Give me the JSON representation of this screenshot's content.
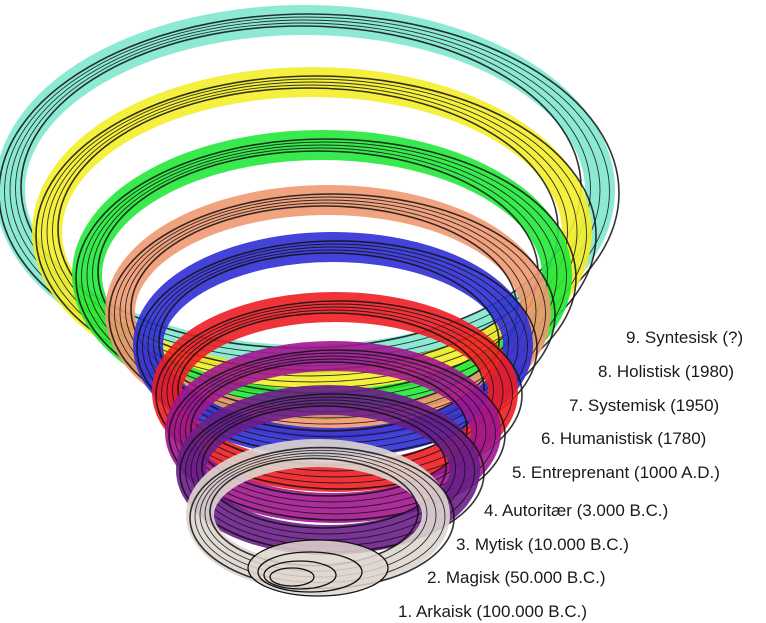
{
  "diagram": {
    "type": "spiral-levels",
    "levels": [
      {
        "number": "1.",
        "name": "Arkaisk",
        "date": "(100.000 B.C.)",
        "label": "1. Arkaisk (100.000 B.C.)",
        "color": "#ded6cf"
      },
      {
        "number": "2.",
        "name": "Magisk",
        "date": "(50.000 B.C.)",
        "label": "2. Magisk (50.000 B.C.)",
        "color": "#6a1e8a"
      },
      {
        "number": "3.",
        "name": "Mytisk",
        "date": "(10.000 B.C.)",
        "label": "3. Mytisk (10.000 B.C.)",
        "color": "#a1168f"
      },
      {
        "number": "4.",
        "name": "Autoritær",
        "date": "(3.000 B.C.)",
        "label": "4. Autoritær (3.000 B.C.)",
        "color": "#ee1d23"
      },
      {
        "number": "5.",
        "name": "Entreprenant",
        "date": "(1000 A.D.)",
        "label": "5. Entreprenant (1000 A.D.)",
        "color": "#2f2fd6"
      },
      {
        "number": "6.",
        "name": "Humanistisk",
        "date": "(1780)",
        "label": "6. Humanistisk (1780)",
        "color": "#f09870"
      },
      {
        "number": "7.",
        "name": "Systemisk",
        "date": "(1950)",
        "label": "7. Systemisk (1950)",
        "color": "#22e83a"
      },
      {
        "number": "8.",
        "name": "Holistisk",
        "date": "(1980)",
        "label": "8. Holistisk (1980)",
        "color": "#f4ee2a"
      },
      {
        "number": "9.",
        "name": "Syntesisk",
        "date": "(?)",
        "label": "9. Syntesisk (?)",
        "color": "#7fe8cf"
      }
    ],
    "outer_color": "#f59a7c",
    "outline_color": "#111111"
  }
}
